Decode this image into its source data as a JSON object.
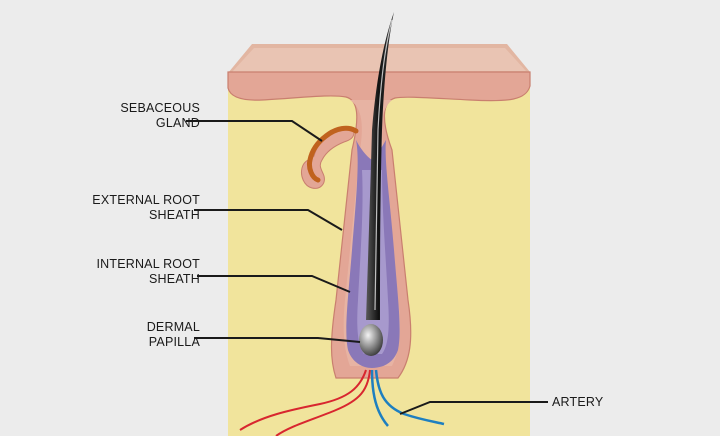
{
  "labels": {
    "sebaceous_gland": [
      "SEBACEOUS",
      "GLAND"
    ],
    "external_root_sheath": [
      "EXTERNAL ROOT",
      "SHEATH"
    ],
    "internal_root_sheath": [
      "INTERNAL ROOT",
      "SHEATH"
    ],
    "dermal_papilla": [
      "DERMAL",
      "PAPILLA"
    ],
    "artery": "ARTERY"
  },
  "colors": {
    "background": "#ececec",
    "epidermis": "#e2b6a2",
    "dermis": "#f1e49c",
    "follicle": "#e3a696",
    "sheath": "#8a78b8",
    "sebaceous": "#c0621e",
    "hair": "#1c1c1c",
    "artery_red": "#d8262f",
    "vessel_blue": "#1e7fc0",
    "leader_line": "#1a1a1a"
  }
}
